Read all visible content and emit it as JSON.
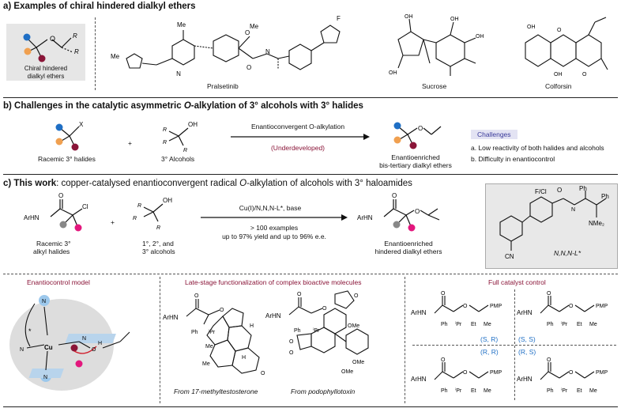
{
  "section_a": {
    "title": "a) Examples of chiral hindered dialkyl ethers",
    "box_label_1": "Chiral hindered",
    "box_label_2": "dialkyl ethers",
    "compounds": [
      "Pralsetinib",
      "Sucrose",
      "Colforsin"
    ]
  },
  "section_b": {
    "title_pre": "b) Challenges in the catalytic asymmetric ",
    "title_o": "O",
    "title_post": "-alkylation of 3° alcohols with 3° halides",
    "reactant1": "Racemic 3° halides",
    "plus": "+",
    "reactant2": "3° Alcohols",
    "arrow_top": "Enantioconvergent O-alkylation",
    "arrow_bottom": "(Underdeveloped)",
    "product_1": "Enantioenriched",
    "product_2": "bis-tertiary dialkyl ethers",
    "challenges_title": "Challenges",
    "challenges": [
      "a. Low reactivity of both halides and alcohols",
      "b. Difficulty in enantiocontrol"
    ]
  },
  "section_c": {
    "title_pre": "c) This work",
    "title_mid": ": copper-catalysed enantioconvergent radical ",
    "title_o": "O",
    "title_post": "-alkylation of alcohols with 3° haloamides",
    "reactant1_1": "Racemic 3°",
    "reactant1_2": "alkyl halides",
    "plus": "+",
    "reactant2_1": "1°, 2°, and",
    "reactant2_2": "3° alcohols",
    "arrow_top": "Cu(I)/N,N,N-L*, base",
    "arrow_lines": [
      "> 100 examples",
      "up to 97% yield and up to 96% e.e."
    ],
    "product_1": "Enantioenriched",
    "product_2": "hindered dialkyl ethers",
    "ligand_label": "N,N,N-L*",
    "ligand_sub": "F/Cl"
  },
  "bottom": {
    "model_title": "Enantiocontrol model",
    "late_title": "Late-stage functionalization of complex bioactive molecules",
    "full_title": "Full catalyst control",
    "from1": "From 17-methyltestosterone",
    "from2": "From podophyllotoxin",
    "stereo": [
      "(S, R)",
      "(S, S)",
      "(R, R)",
      "(R, S)"
    ]
  },
  "chem": {
    "ArHN": "ArHN",
    "Cl": "Cl",
    "X": "X",
    "OH": "OH",
    "O": "O",
    "N": "N",
    "H": "H",
    "R1": "R",
    "Me": "Me",
    "iPr": "ⁱPr",
    "Et": "Et",
    "Ph": "Ph",
    "PMP": "PMP",
    "NMe2": "NMe₂",
    "F": "F",
    "CN": "CN",
    "Cu": "Cu",
    "OMe": "OMe"
  },
  "colors": {
    "blue": "#1f6fc5",
    "orange": "#f0a050",
    "maroon": "#8a1538",
    "pink": "#e3177d",
    "grey": "#888888",
    "accent": "#8a1538"
  }
}
